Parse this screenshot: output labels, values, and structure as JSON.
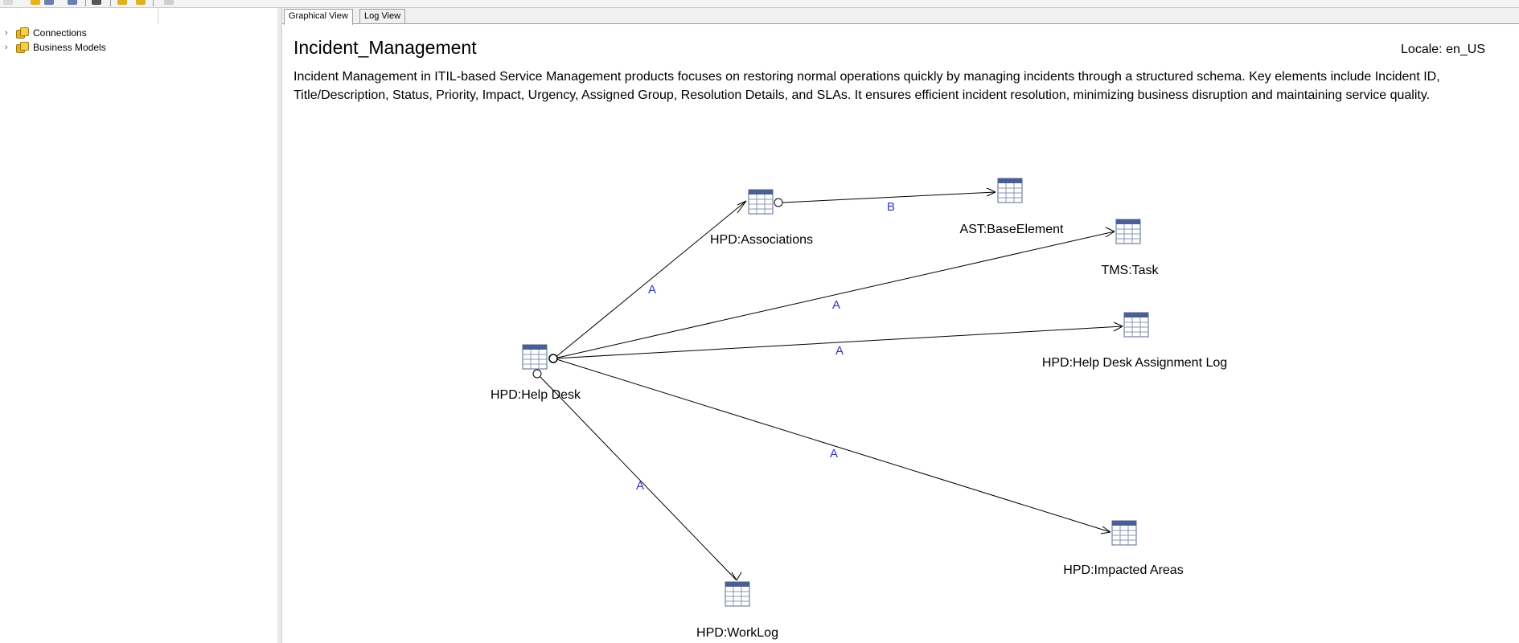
{
  "toolbar": {
    "icons": [
      "new-icon",
      "open-icon",
      "save-icon",
      "save-all-icon",
      "print-icon",
      "undo-icon",
      "redo-icon",
      "properties-icon"
    ]
  },
  "tree": {
    "items": [
      {
        "label": "Connections"
      },
      {
        "label": "Business Models"
      }
    ]
  },
  "tabs": [
    {
      "label": "Graphical View",
      "active": true
    },
    {
      "label": "Log View",
      "active": false
    }
  ],
  "model": {
    "title": "Incident_Management",
    "locale": "Locale: en_US",
    "description": " Incident Management in ITIL-based Service Management products focuses on restoring normal operations quickly by managing incidents through a structured schema. Key elements include Incident ID, Title/Description, Status, Priority, Impact, Urgency, Assigned Group, Resolution Details, and SLAs. It ensures efficient incident resolution, minimizing business disruption and maintaining service quality."
  },
  "diagram": {
    "nodes": [
      {
        "id": "helpdesk",
        "label": "HPD:Help Desk"
      },
      {
        "id": "associations",
        "label": "HPD:Associations"
      },
      {
        "id": "baseelement",
        "label": "AST:BaseElement"
      },
      {
        "id": "task",
        "label": "TMS:Task"
      },
      {
        "id": "assignlog",
        "label": "HPD:Help Desk Assignment Log"
      },
      {
        "id": "impacted",
        "label": "HPD:Impacted Areas"
      },
      {
        "id": "worklog",
        "label": "HPD:WorkLog"
      }
    ],
    "edges": [
      {
        "from": "helpdesk",
        "to": "associations",
        "label": "A"
      },
      {
        "from": "associations",
        "to": "baseelement",
        "label": "B"
      },
      {
        "from": "helpdesk",
        "to": "task",
        "label": "A"
      },
      {
        "from": "helpdesk",
        "to": "assignlog",
        "label": "A"
      },
      {
        "from": "helpdesk",
        "to": "impacted",
        "label": "A"
      },
      {
        "from": "helpdesk",
        "to": "worklog",
        "label": "A"
      }
    ]
  }
}
